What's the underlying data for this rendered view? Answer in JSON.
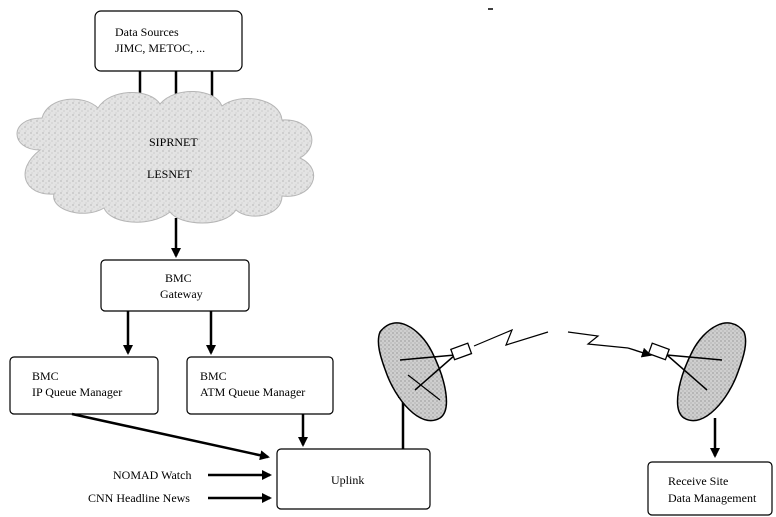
{
  "data_sources": {
    "line1": "Data Sources",
    "line2": "JIMC, METOC, ..."
  },
  "network": {
    "line1": "SIPRNET",
    "line2": "LESNET"
  },
  "gateway": {
    "line1": "BMC",
    "line2": "Gateway"
  },
  "ip_queue": {
    "line1": "BMC",
    "line2": "IP Queue Manager"
  },
  "atm_queue": {
    "line1": "BMC",
    "line2": "ATM Queue Manager"
  },
  "uplink": {
    "label": "Uplink"
  },
  "inputs": {
    "nomad": "NOMAD Watch",
    "cnn": "CNN Headline News"
  },
  "receive_site": {
    "line1": "Receive Site",
    "line2": "Data Management"
  }
}
